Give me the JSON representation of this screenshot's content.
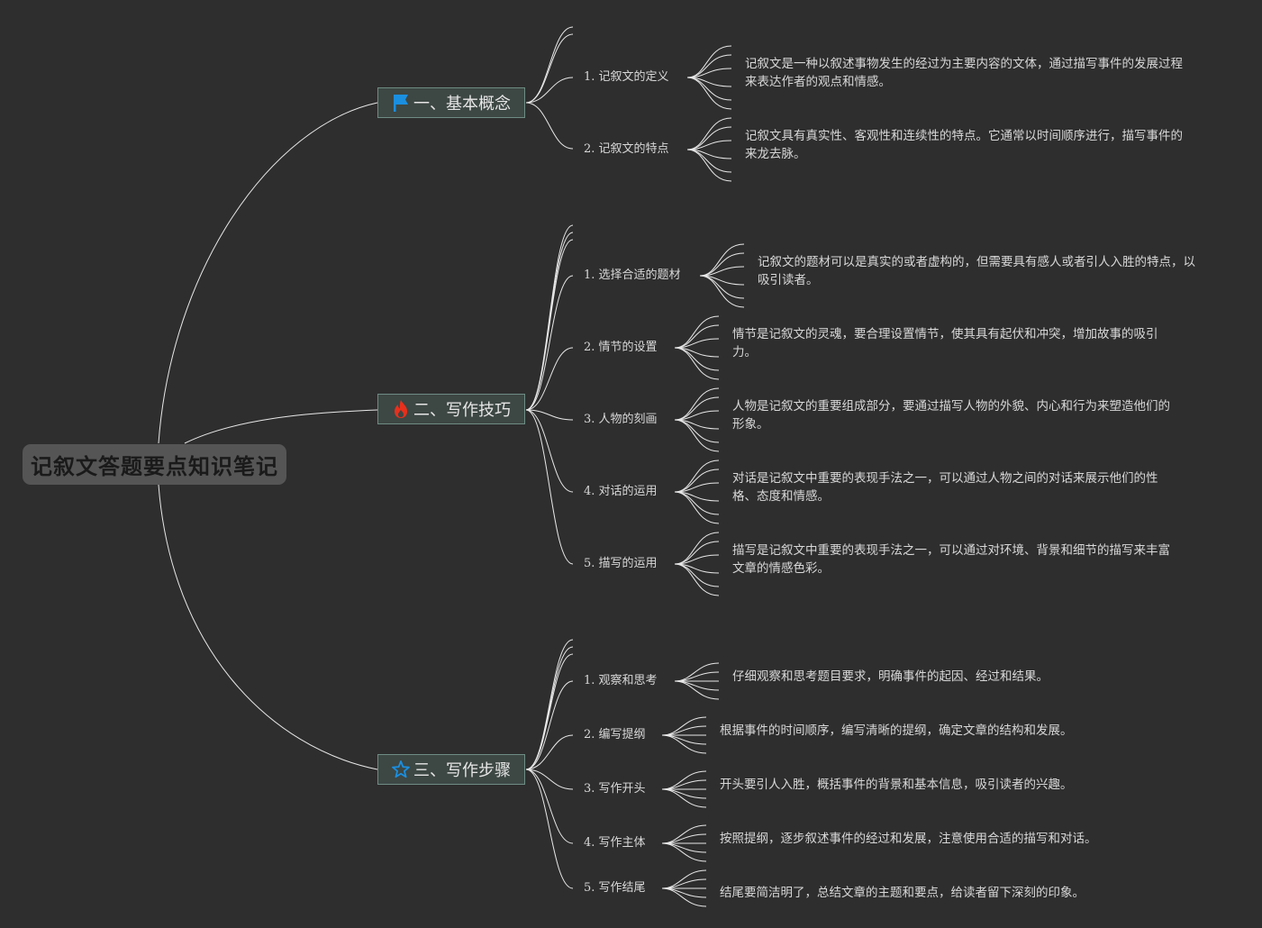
{
  "root": {
    "label": "记叙文答题要点知识笔记"
  },
  "colors": {
    "background": "#2e2e2e",
    "root_fill": "#555555",
    "topic_fill": "#3d4744",
    "topic_border": "#6e8c83",
    "link": "#e8e8e8",
    "flag_icon": "#1a8fe0",
    "fire_icon": "#e8301c",
    "star_icon": "#1a8fe0"
  },
  "topics": [
    {
      "label": "一、基本概念",
      "icon": "flag-icon",
      "children": [
        {
          "label": "1. 记叙文的定义",
          "desc": "记叙文是一种以叙述事物发生的经过为主要内容的文体，通过描写事件的发展过程来表达作者的观点和情感。"
        },
        {
          "label": "2. 记叙文的特点",
          "desc": "记叙文具有真实性、客观性和连续性的特点。它通常以时间顺序进行，描写事件的来龙去脉。"
        }
      ]
    },
    {
      "label": "二、写作技巧",
      "icon": "fire-icon",
      "children": [
        {
          "label": "1. 选择合适的题材",
          "desc": "记叙文的题材可以是真实的或者虚构的，但需要具有感人或者引人入胜的特点，以吸引读者。"
        },
        {
          "label": "2. 情节的设置",
          "desc": "情节是记叙文的灵魂，要合理设置情节，使其具有起伏和冲突，增加故事的吸引力。"
        },
        {
          "label": "3. 人物的刻画",
          "desc": "人物是记叙文的重要组成部分，要通过描写人物的外貌、内心和行为来塑造他们的形象。"
        },
        {
          "label": "4. 对话的运用",
          "desc": "对话是记叙文中重要的表现手法之一，可以通过人物之间的对话来展示他们的性格、态度和情感。"
        },
        {
          "label": "5. 描写的运用",
          "desc": "描写是记叙文中重要的表现手法之一，可以通过对环境、背景和细节的描写来丰富文章的情感色彩。"
        }
      ]
    },
    {
      "label": "三、写作步骤",
      "icon": "star-icon",
      "children": [
        {
          "label": "1. 观察和思考",
          "desc": "仔细观察和思考题目要求，明确事件的起因、经过和结果。"
        },
        {
          "label": "2. 编写提纲",
          "desc": "根据事件的时间顺序，编写清晰的提纲，确定文章的结构和发展。"
        },
        {
          "label": "3. 写作开头",
          "desc": "开头要引人入胜，概括事件的背景和基本信息，吸引读者的兴趣。"
        },
        {
          "label": "4. 写作主体",
          "desc": "按照提纲，逐步叙述事件的经过和发展，注意使用合适的描写和对话。"
        },
        {
          "label": "5. 写作结尾",
          "desc": "结尾要简洁明了，总结文章的主题和要点，给读者留下深刻的印象。"
        }
      ]
    }
  ]
}
